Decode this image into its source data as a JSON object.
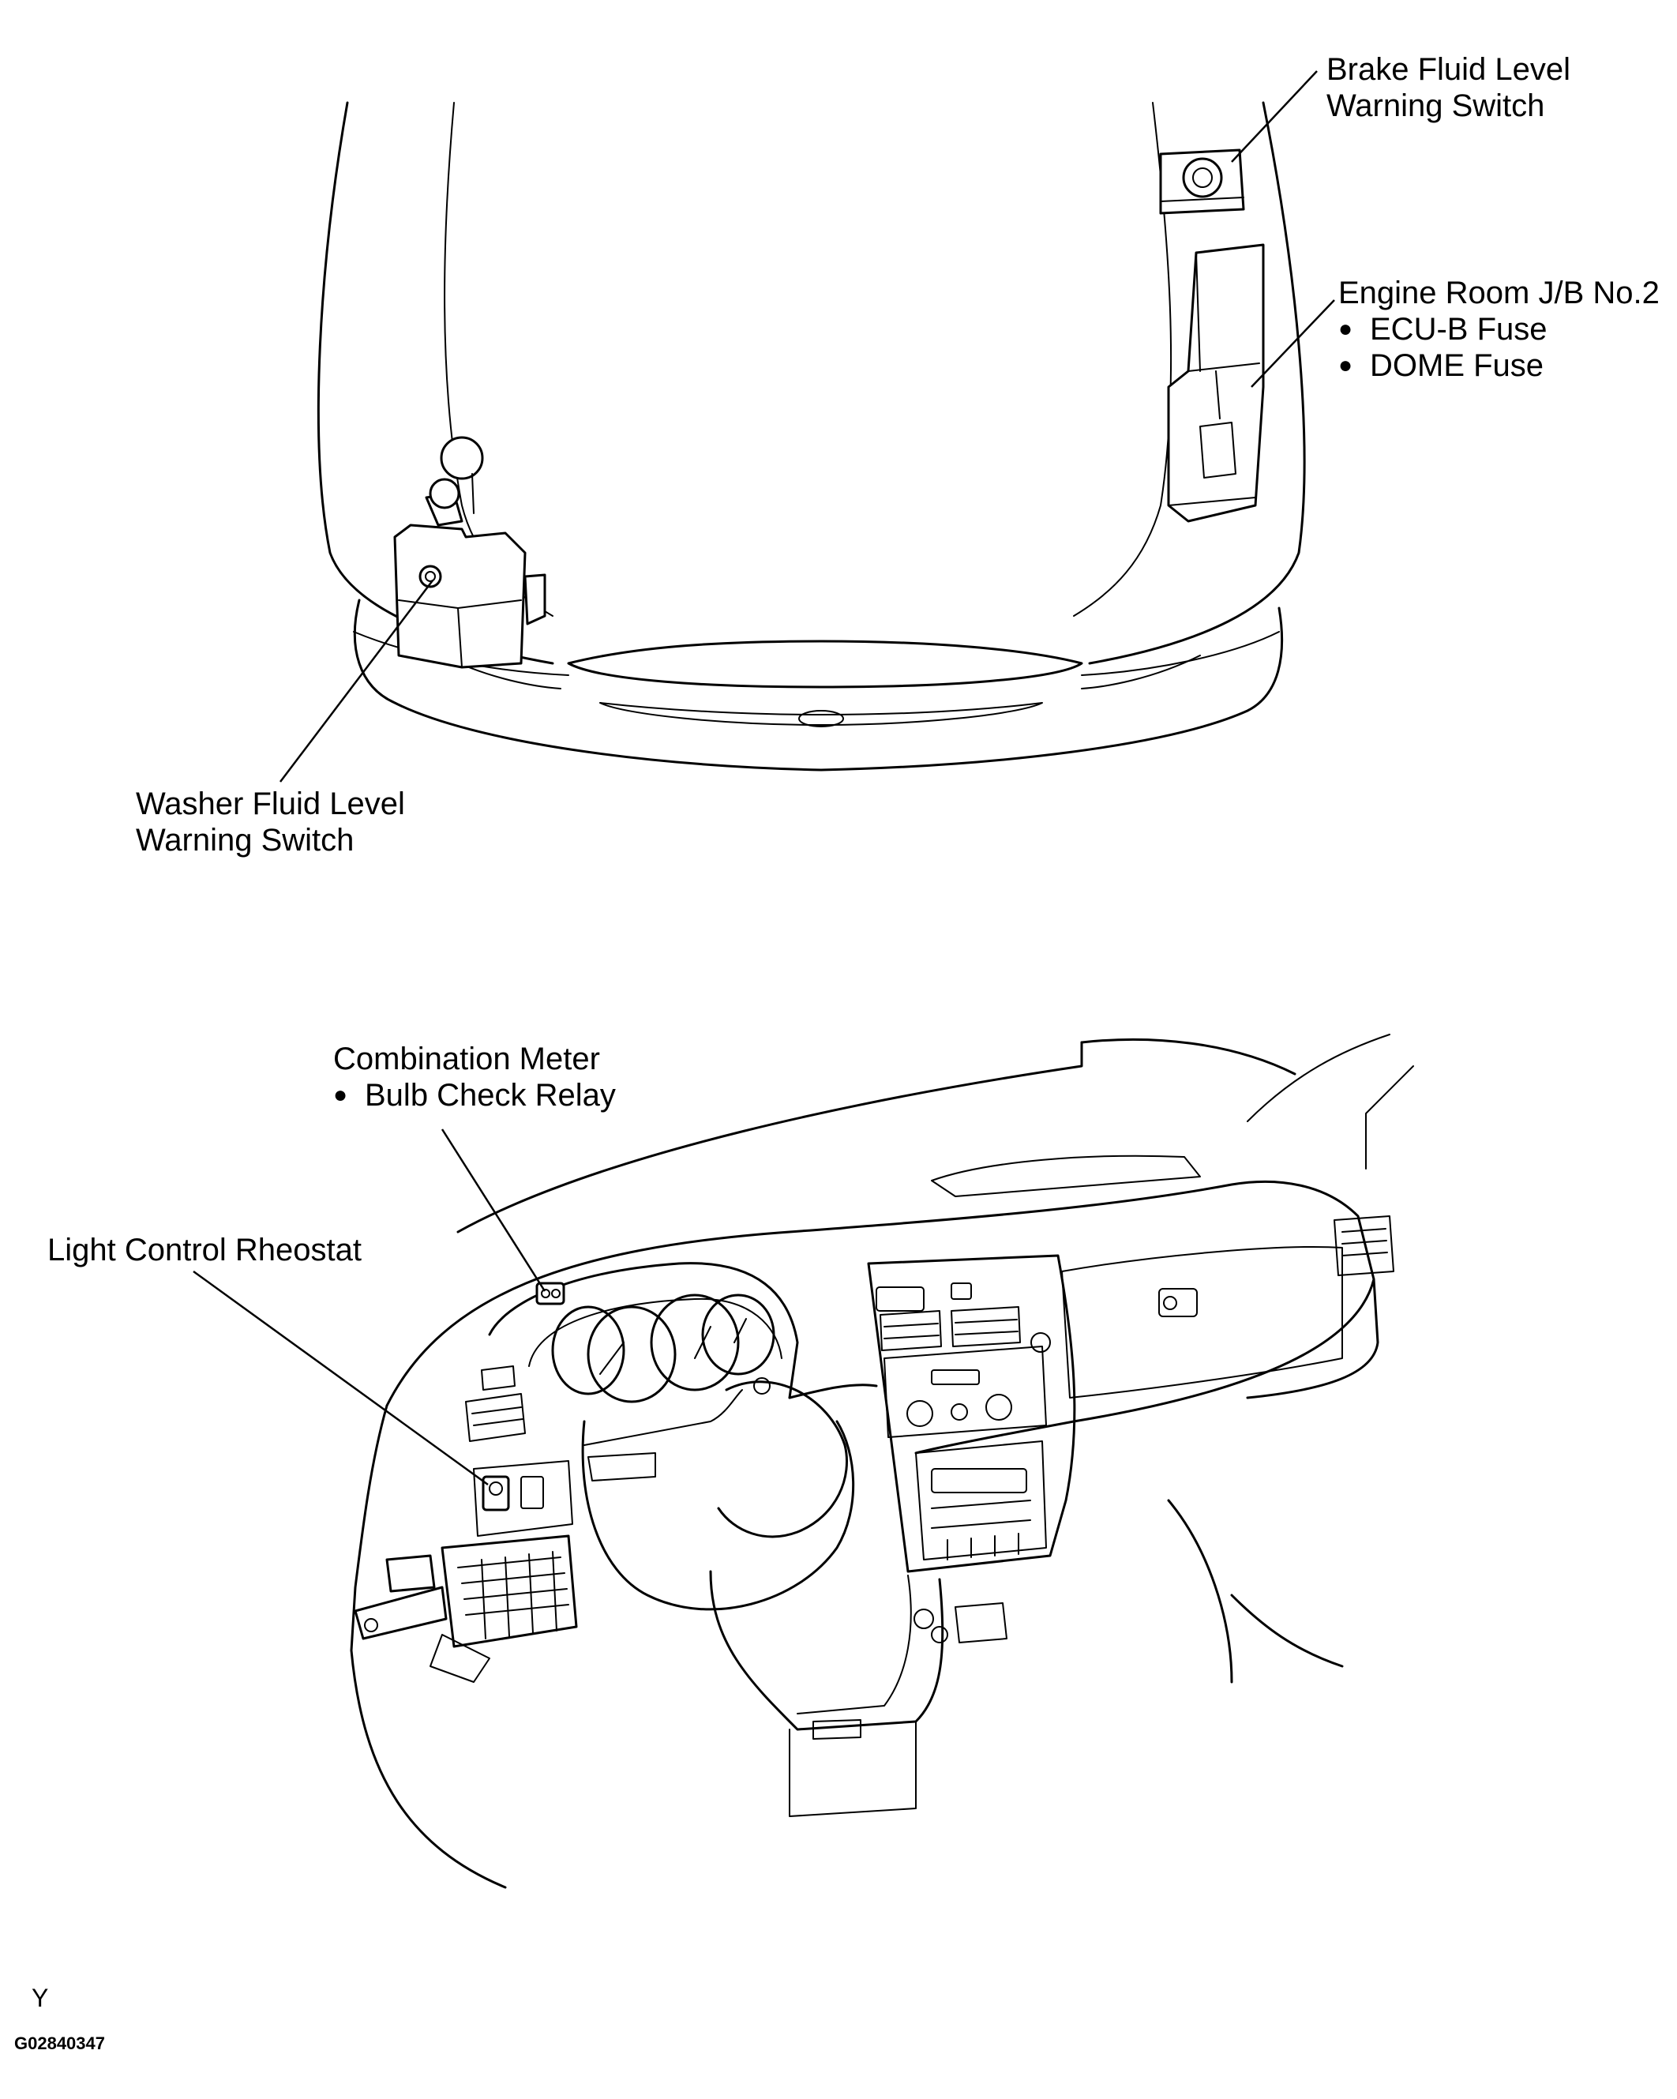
{
  "labels": {
    "brake_fluid": [
      "Brake Fluid Level",
      "Warning Switch"
    ],
    "engine_room_jb": {
      "title": "Engine Room J/B No.2",
      "items": [
        "ECU-B Fuse",
        "DOME Fuse"
      ]
    },
    "washer_fluid": [
      "Washer Fluid Level",
      "Warning Switch"
    ],
    "combination_meter": {
      "title": "Combination Meter",
      "items": [
        "Bulb Check Relay"
      ]
    },
    "light_control": "Light Control Rheostat"
  },
  "footer": {
    "letter": "Y",
    "code": "G02840347"
  }
}
